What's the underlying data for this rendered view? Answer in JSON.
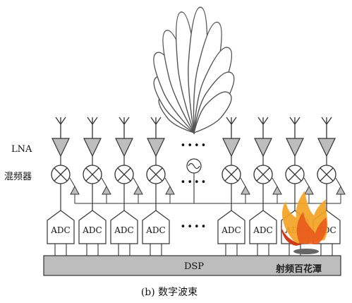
{
  "labels": {
    "lna": "LNA",
    "mixer": "混频器",
    "adc": "ADC",
    "dsp": "DSP",
    "caption": "(b) 数字波束",
    "watermark": "射频百花潭"
  },
  "diagram": {
    "channel_count": 8,
    "ellipsis": "••••",
    "icons": [
      "antenna-icon",
      "lna-amplifier-icon",
      "mixer-icon",
      "local-oscillator-icon",
      "adc-block-icon",
      "beam-pattern-icon",
      "flame-logo-icon"
    ]
  }
}
